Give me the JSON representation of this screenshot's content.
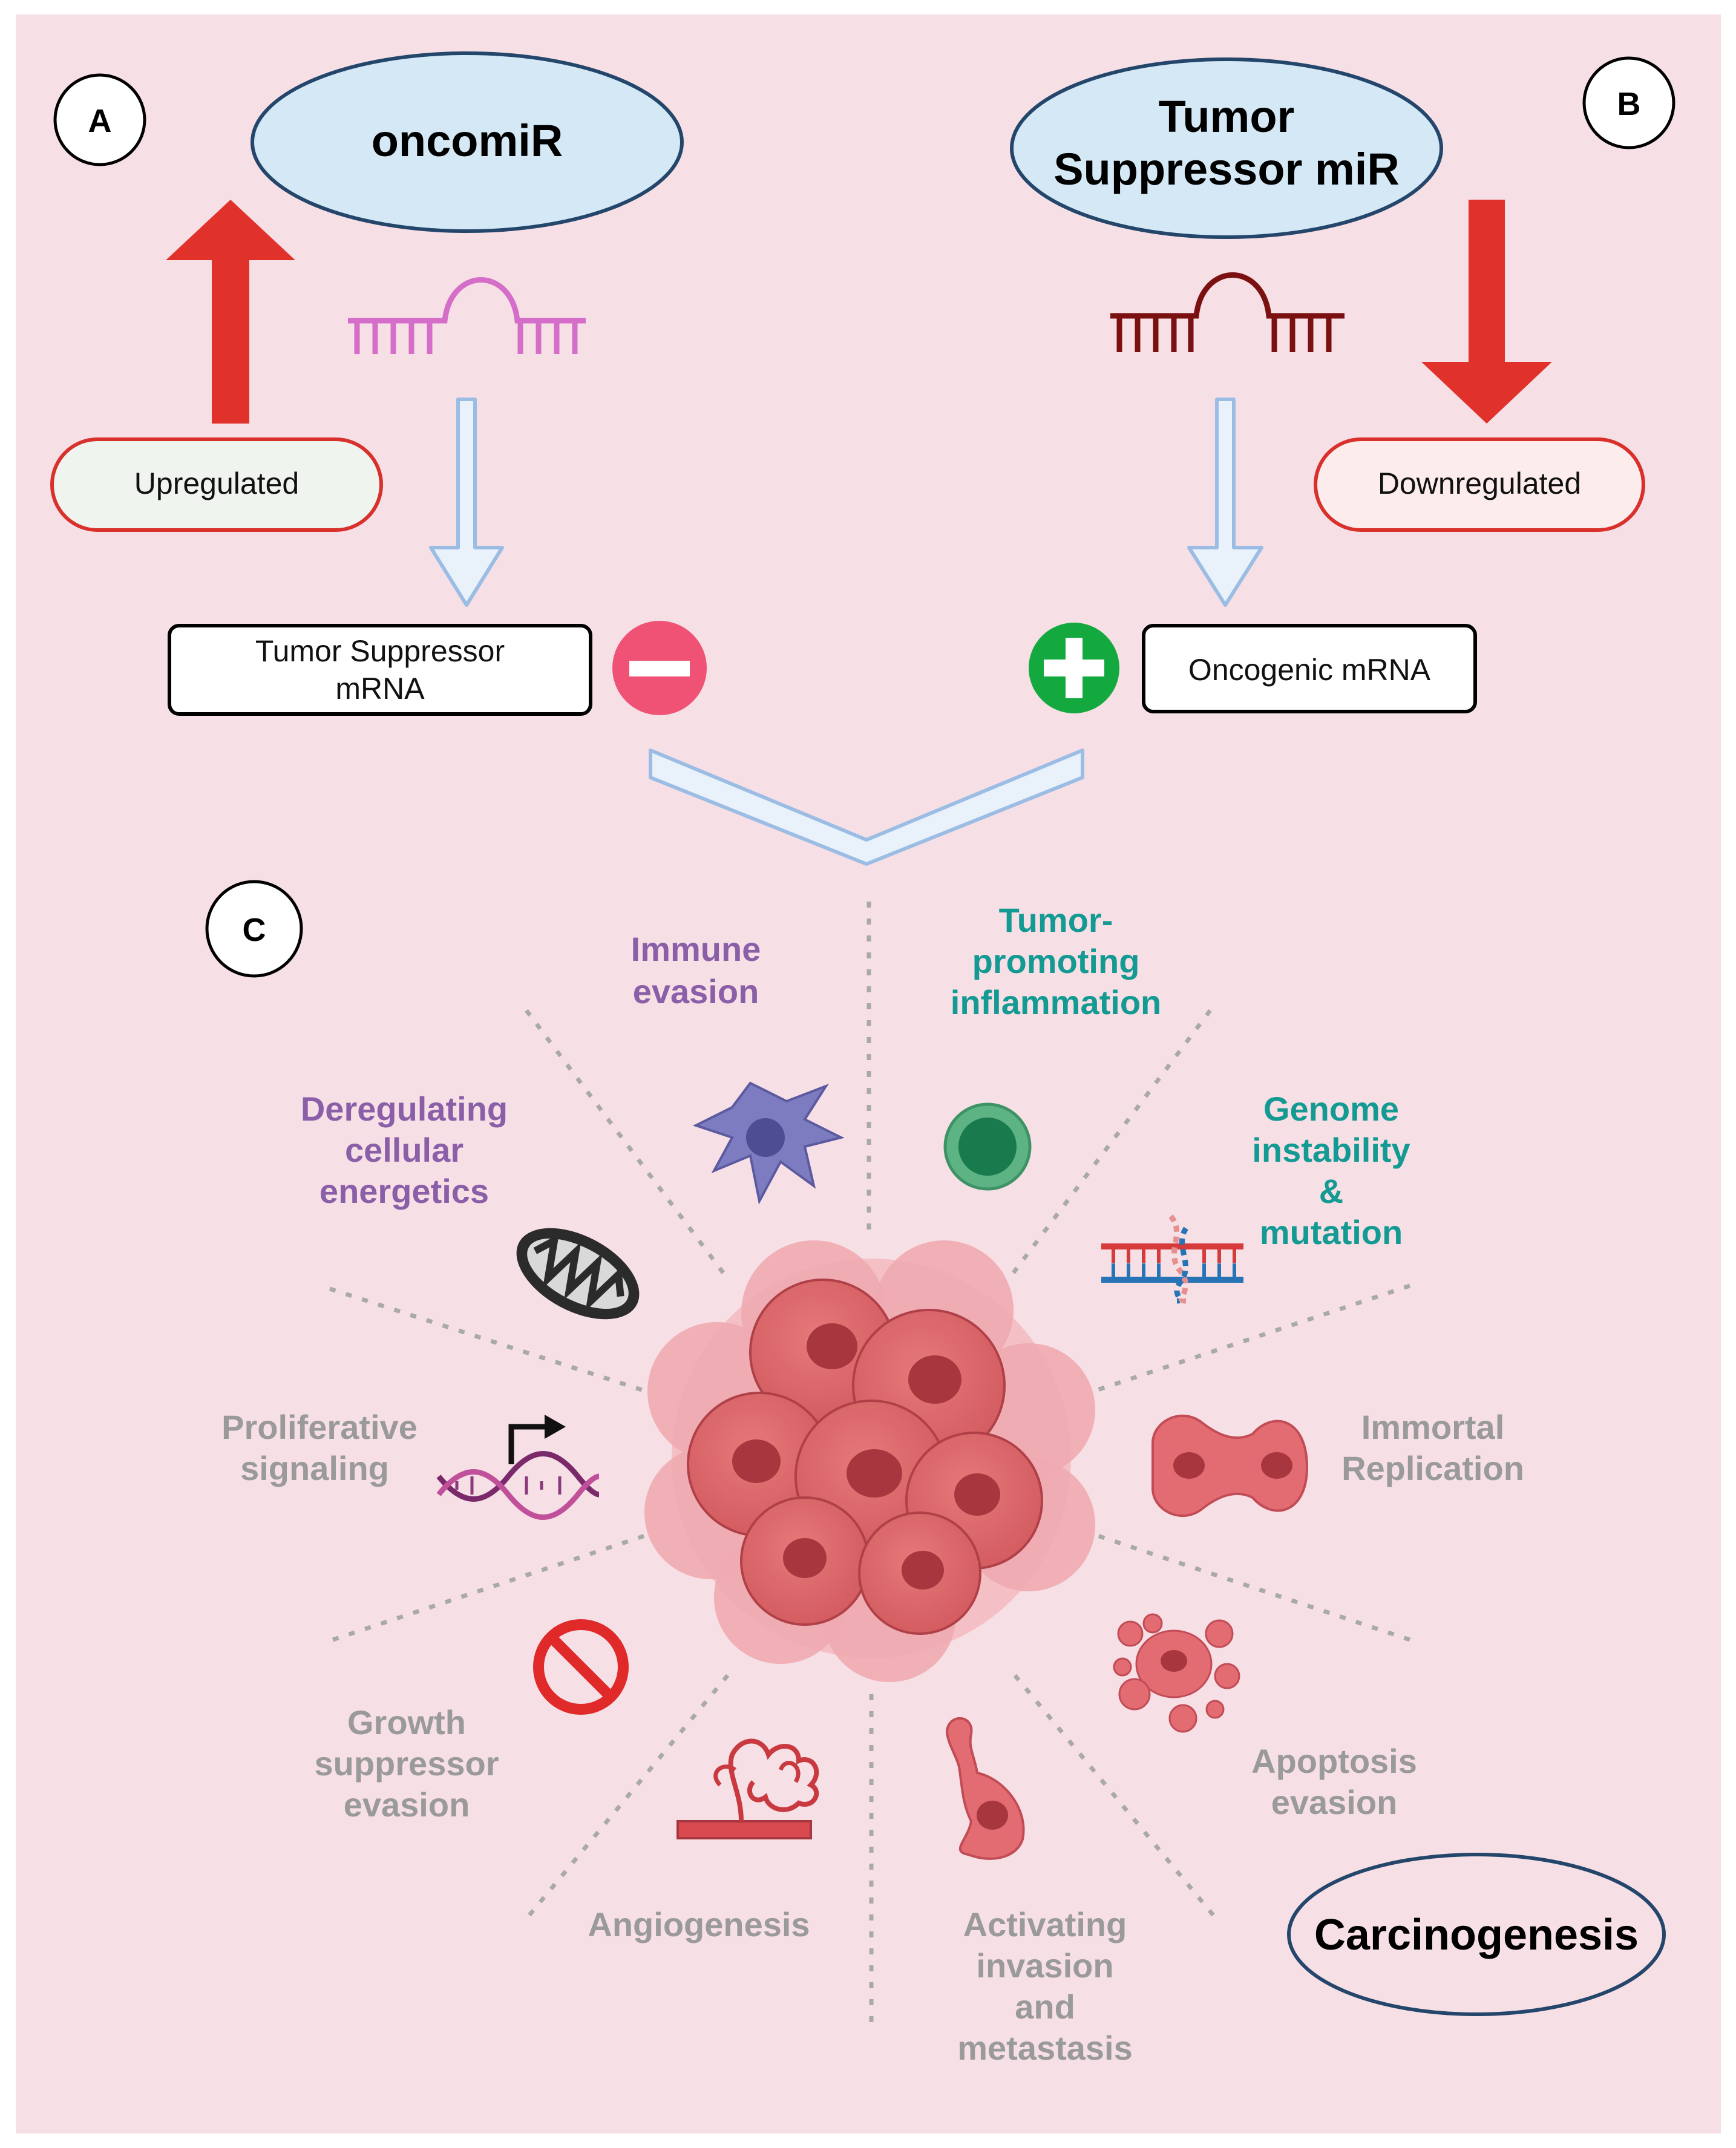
{
  "panels": {
    "a": "A",
    "b": "B",
    "c": "C"
  },
  "left": {
    "title": "oncomiR",
    "status": "Upregulated",
    "target": [
      "Tumor Suppressor",
      "mRNA"
    ]
  },
  "right": {
    "title": [
      "Tumor",
      "Suppressor miR"
    ],
    "status": "Downregulated",
    "target": "Oncogenic mRNA"
  },
  "hallmarks": {
    "immune_evasion": [
      "Immune",
      "evasion"
    ],
    "inflammation": [
      "Tumor-",
      "promoting",
      "inflammation"
    ],
    "energetics": [
      "Deregulating",
      "cellular",
      "energetics"
    ],
    "genome": [
      "Genome",
      "instability",
      "&",
      "mutation"
    ],
    "proliferative": [
      "Proliferative",
      "signaling"
    ],
    "immortal": [
      "Immortal",
      "Replication"
    ],
    "growth_suppressor": [
      "Growth",
      "suppressor",
      "evasion"
    ],
    "apoptosis": [
      "Apoptosis",
      "evasion"
    ],
    "angiogenesis": "Angiogenesis",
    "invasion": [
      "Activating",
      "invasion",
      "and",
      "metastasis"
    ]
  },
  "result": "Carcinogenesis",
  "colors": {
    "background": "#f7dfe6",
    "purple": "#8a5fa8",
    "teal": "#139a93",
    "gray": "#9a9a9a",
    "red_arrow": "#e0322a",
    "ellipse_fill": "#d4e8f6"
  }
}
